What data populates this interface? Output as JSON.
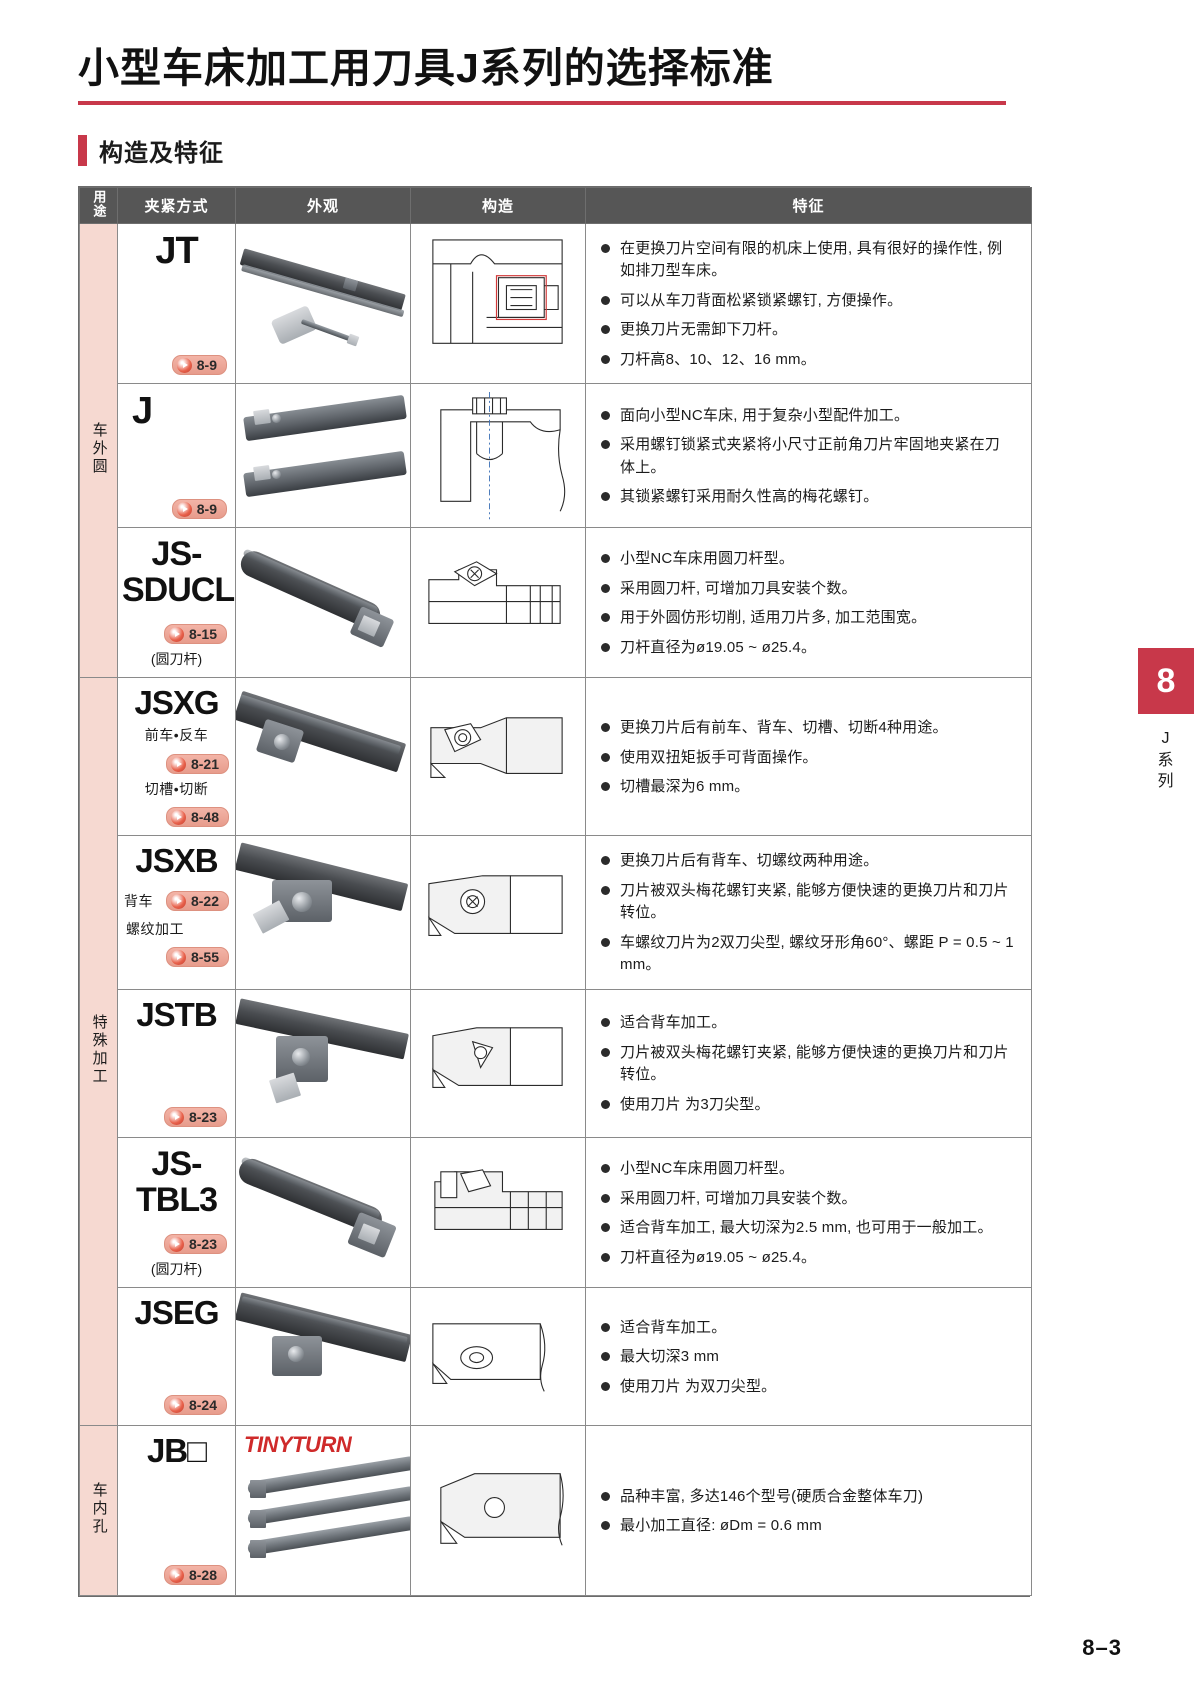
{
  "page": {
    "title": "小型车床加工用刀具J系列的选择标准",
    "section_heading": "构造及特征",
    "footer": "8–3",
    "accent_color": "#c8384a",
    "category_bg": "#f6d9d1"
  },
  "side_tab": {
    "number": "8",
    "label_line1": "J",
    "label_line2": "系",
    "label_line3": "列"
  },
  "table": {
    "headers": {
      "use": "用途",
      "clamp": "夹紧方式",
      "appearance": "外观",
      "structure": "构造",
      "features": "特征"
    },
    "categories": [
      {
        "name": "车外圆",
        "rows": 3
      },
      {
        "name": "特殊加工",
        "rows": 5
      },
      {
        "name": "车内孔",
        "rows": 1
      }
    ],
    "rows": [
      {
        "code": "JT",
        "code_lines": [
          "JT"
        ],
        "sublabels": [],
        "badges": [
          "8-9"
        ],
        "paren": "",
        "features": [
          "在更换刀片空间有限的机床上使用, 具有很好的操作性, 例如排刀型车床。",
          "可以从车刀背面松紧锁紧螺钉, 方便操作。",
          "更换刀片无需卸下刀杆。",
          "刀杆高8、10、12、16 mm。"
        ]
      },
      {
        "code": "J",
        "code_lines": [
          "J"
        ],
        "sublabels": [],
        "badges": [
          "8-9"
        ],
        "paren": "",
        "features": [
          "面向小型NC车床, 用于复杂小型配件加工。",
          "采用螺钉锁紧式夹紧将小尺寸正前角刀片牢固地夹紧在刀体上。",
          "其锁紧螺钉采用耐久性高的梅花螺钉。"
        ]
      },
      {
        "code": "JS-SDUCL",
        "code_lines": [
          "JS-",
          "SDUCL"
        ],
        "sublabels": [],
        "badges": [
          "8-15"
        ],
        "paren": "(圆刀杆)",
        "features": [
          "小型NC车床用圆刀杆型。",
          "采用圆刀杆, 可增加刀具安装个数。",
          "用于外圆仿形切削, 适用刀片多, 加工范围宽。",
          "刀杆直径为ø19.05 ~ ø25.4。"
        ]
      },
      {
        "code": "JSXG",
        "code_lines": [
          "JSXG"
        ],
        "sublabels": [
          "前车•反车",
          "切槽•切断"
        ],
        "badges": [
          "8-21",
          "8-48"
        ],
        "paren": "",
        "features": [
          "更换刀片后有前车、背车、切槽、切断4种用途。",
          "使用双扭矩扳手可背面操作。",
          "切槽最深为6 mm。"
        ]
      },
      {
        "code": "JSXB",
        "code_lines": [
          "JSXB"
        ],
        "sublabels": [
          "背车",
          "螺纹加工"
        ],
        "badges": [
          "8-22",
          "8-55"
        ],
        "paren": "",
        "features": [
          "更换刀片后有背车、切螺纹两种用途。",
          "刀片被双头梅花螺钉夹紧, 能够方便快速的更换刀片和刀片转位。",
          "车螺纹刀片为2双刀尖型, 螺纹牙形角60°、螺距 P = 0.5 ~ 1 mm。"
        ]
      },
      {
        "code": "JSTB",
        "code_lines": [
          "JSTB"
        ],
        "sublabels": [],
        "badges": [
          "8-23"
        ],
        "paren": "",
        "features": [
          "适合背车加工。",
          "刀片被双头梅花螺钉夹紧, 能够方便快速的更换刀片和刀片转位。",
          "使用刀片 为3刀尖型。"
        ]
      },
      {
        "code": "JS-TBL3",
        "code_lines": [
          "JS-",
          "TBL3"
        ],
        "sublabels": [],
        "badges": [
          "8-23"
        ],
        "paren": "(圆刀杆)",
        "features": [
          "小型NC车床用圆刀杆型。",
          "采用圆刀杆, 可增加刀具安装个数。",
          "适合背车加工, 最大切深为2.5 mm, 也可用于一般加工。",
          "刀杆直径为ø19.05 ~ ø25.4。"
        ]
      },
      {
        "code": "JSEG",
        "code_lines": [
          "JSEG"
        ],
        "sublabels": [],
        "badges": [
          "8-24"
        ],
        "paren": "",
        "features": [
          "适合背车加工。",
          "最大切深3 mm",
          "使用刀片 为双刀尖型。"
        ]
      },
      {
        "code": "JB",
        "code_lines": [
          "JB□"
        ],
        "sublabels": [],
        "badges": [
          "8-28"
        ],
        "paren": "",
        "brand_logo": "TINYTURN",
        "features": [
          "品种丰富, 多达146个型号(硬质合金整体车刀)",
          "最小加工直径: øDm = 0.6 mm"
        ]
      }
    ]
  }
}
